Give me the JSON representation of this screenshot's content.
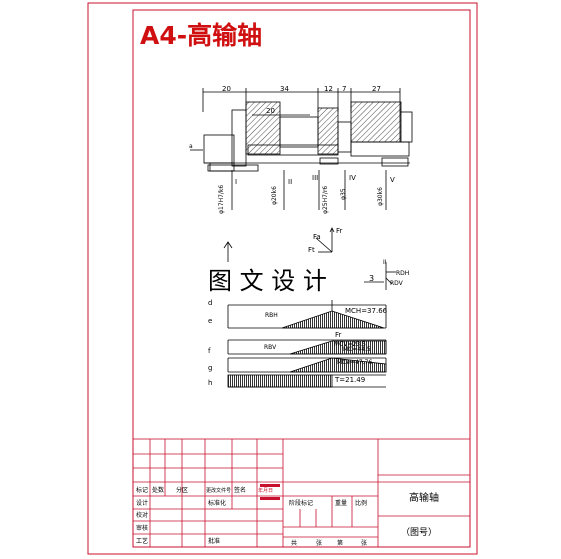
{
  "sheet": {
    "title": "A4-高输轴",
    "watermark": "图 文 设 计",
    "border_color": "#c8102e",
    "title_color": "#d01010"
  },
  "drawing": {
    "dims_top": [
      "20",
      "34",
      "12",
      "7",
      "27"
    ],
    "dim_inner": "20",
    "side_label_a": "a",
    "sections": [
      "I",
      "II",
      "III",
      "IV",
      "V"
    ],
    "fits": [
      "φ17H7/k6",
      "φ20k6",
      "φ25H7/r6",
      "φ35",
      "φ30k6"
    ]
  },
  "diagram": {
    "force_labels": [
      "Fa",
      "Ft",
      "Fr"
    ],
    "end_label": "II",
    "dim_3": "3",
    "react_h": "RDH",
    "react_v": "RDV",
    "row_labels": [
      "d",
      "e",
      "f",
      "g",
      "h"
    ],
    "r_e": "RBH",
    "r_f": "RBV",
    "mch": "MCH=37.66",
    "mcv": "MCV=23.5",
    "mc_combined": "MC=44.5",
    "mc_eq": "MCe=47.76",
    "fr": "Fr",
    "torque": "T=21.49"
  },
  "title_block": {
    "row1": [
      "标记",
      "处数",
      "分区",
      "更改文件号",
      "签名",
      "年月日"
    ],
    "row2": [
      "设计",
      "",
      "",
      "",
      "标准化"
    ],
    "row3": [
      "校对"
    ],
    "row4": [
      "审核"
    ],
    "row5": [
      "工艺",
      "",
      "",
      "批准"
    ],
    "stage_labels": [
      "阶段标记",
      "重量",
      "比例"
    ],
    "sheet_count": [
      "共",
      "张",
      "第",
      "张"
    ],
    "part_name": "高输轴",
    "drawing_no": "（图号）"
  }
}
